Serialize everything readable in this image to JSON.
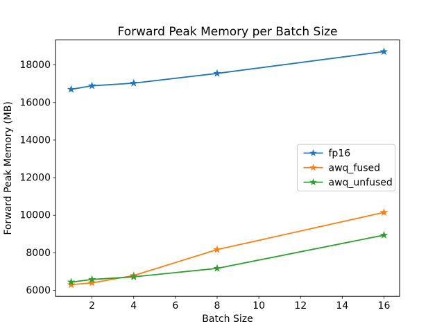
{
  "chart_data": {
    "type": "line",
    "title": "Forward Peak Memory per Batch Size",
    "xlabel": "Batch Size",
    "ylabel": "Forward Peak Memory (MB)",
    "x": [
      1,
      2,
      4,
      8,
      16
    ],
    "series": [
      {
        "name": "fp16",
        "color": "#1f77b4",
        "marker": "star",
        "values": [
          16700,
          16890,
          17030,
          17550,
          18710
        ]
      },
      {
        "name": "awq_fused",
        "color": "#ff7f0e",
        "marker": "star",
        "values": [
          6300,
          6400,
          6790,
          8170,
          10150
        ]
      },
      {
        "name": "awq_unfused",
        "color": "#2ca02c",
        "marker": "star",
        "values": [
          6440,
          6580,
          6720,
          7170,
          8940
        ]
      }
    ],
    "xlim": [
      0.25,
      16.75
    ],
    "ylim": [
      5680,
      19330
    ],
    "xticks": [
      2,
      4,
      6,
      8,
      10,
      12,
      14,
      16
    ],
    "yticks": [
      6000,
      8000,
      10000,
      12000,
      14000,
      16000,
      18000
    ],
    "grid": false,
    "legend_position": "center right",
    "legend_entries": [
      "fp16",
      "awq_fused",
      "awq_unfused"
    ],
    "frame_color": "#000000",
    "legend_border_color": "#cccccc"
  }
}
